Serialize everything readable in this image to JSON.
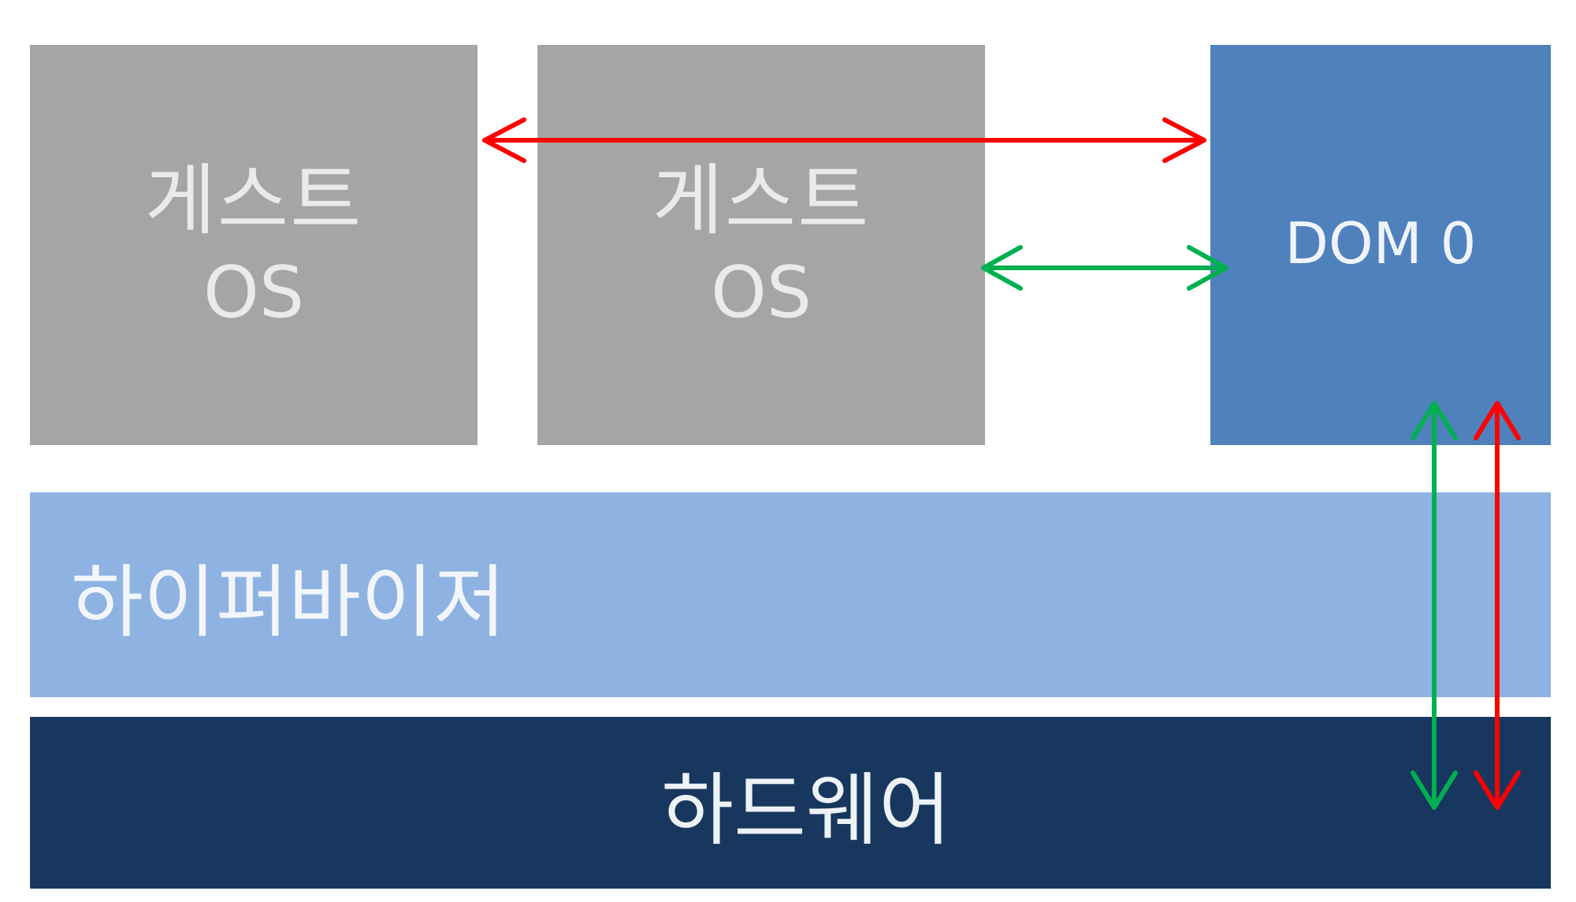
{
  "guest_os_1": {
    "line1": "게스트",
    "line2": "OS"
  },
  "guest_os_2": {
    "line1": "게스트",
    "line2": "OS"
  },
  "dom0": {
    "label": "DOM 0"
  },
  "hypervisor": {
    "label": "하이퍼바이저"
  },
  "hardware": {
    "label": "하드웨어"
  },
  "colors": {
    "guest_box": "#a5a5a5",
    "dom0_box": "#4f81bd",
    "hypervisor_bar": "#8eb3e2",
    "hardware_bar": "#17375e",
    "red_arrow": "#ff0000",
    "green_arrow": "#00b050"
  }
}
